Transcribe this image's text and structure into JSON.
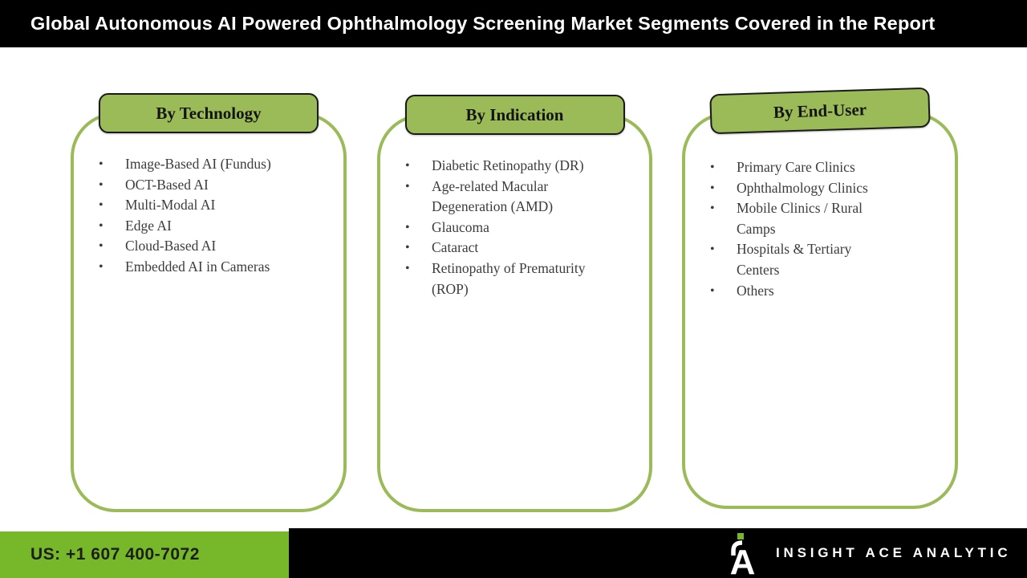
{
  "banner": {
    "title": "Global Autonomous AI Powered Ophthalmology Screening Market Segments Covered in the Report"
  },
  "panels": [
    {
      "header": "By Technology",
      "items": [
        "Image-Based AI (Fundus)",
        "OCT-Based AI",
        "Multi-Modal AI",
        "Edge AI",
        "Cloud-Based AI",
        "Embedded AI in Cameras"
      ]
    },
    {
      "header": "By Indication",
      "items": [
        "Diabetic Retinopathy (DR)",
        "Age-related Macular\nDegeneration (AMD)",
        "Glaucoma",
        "Cataract",
        "Retinopathy of Prematurity\n(ROP)"
      ]
    },
    {
      "header": "By End-User",
      "items": [
        "Primary Care Clinics",
        "Ophthalmology Clinics",
        "Mobile Clinics / Rural\nCamps",
        "Hospitals & Tertiary\nCenters",
        "Others"
      ]
    }
  ],
  "footer": {
    "phone": "US: +1 607 400-7072",
    "brand": "INSIGHT ACE ANALYTIC",
    "logo_icon": "insight-ace-logo"
  },
  "colors": {
    "panel_green": "#9bbb59",
    "footer_green": "#76b82a",
    "banner_bg": "#000000",
    "list_text": "#3c3c3c"
  }
}
